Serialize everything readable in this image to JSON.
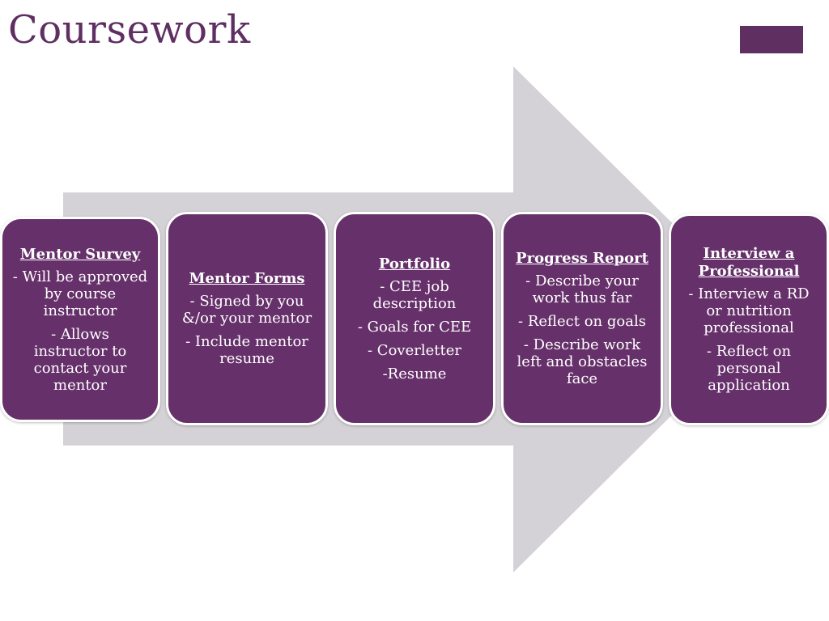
{
  "title": "Coursework",
  "colors": {
    "accent": "#5f2f62",
    "card": "#66306a",
    "arrow": "#d5d2d7",
    "card_border": "#ffffff"
  },
  "cards": [
    {
      "title": "Mentor Survey",
      "lines": [
        "- Will be approved by course instructor",
        "- Allows instructor to contact your mentor"
      ]
    },
    {
      "title": "Mentor Forms",
      "lines": [
        "- Signed by you &/or your mentor",
        "- Include mentor resume"
      ]
    },
    {
      "title": "Portfolio",
      "lines": [
        "- CEE job description",
        "- Goals for CEE",
        "- Coverletter",
        "-Resume"
      ]
    },
    {
      "title": "Progress Report",
      "lines": [
        "- Describe your work thus far",
        "- Reflect on goals",
        "- Describe work left and obstacles face"
      ]
    },
    {
      "title": "Interview a Professional",
      "lines": [
        "- Interview a RD or nutrition professional",
        "- Reflect on personal application"
      ]
    }
  ]
}
